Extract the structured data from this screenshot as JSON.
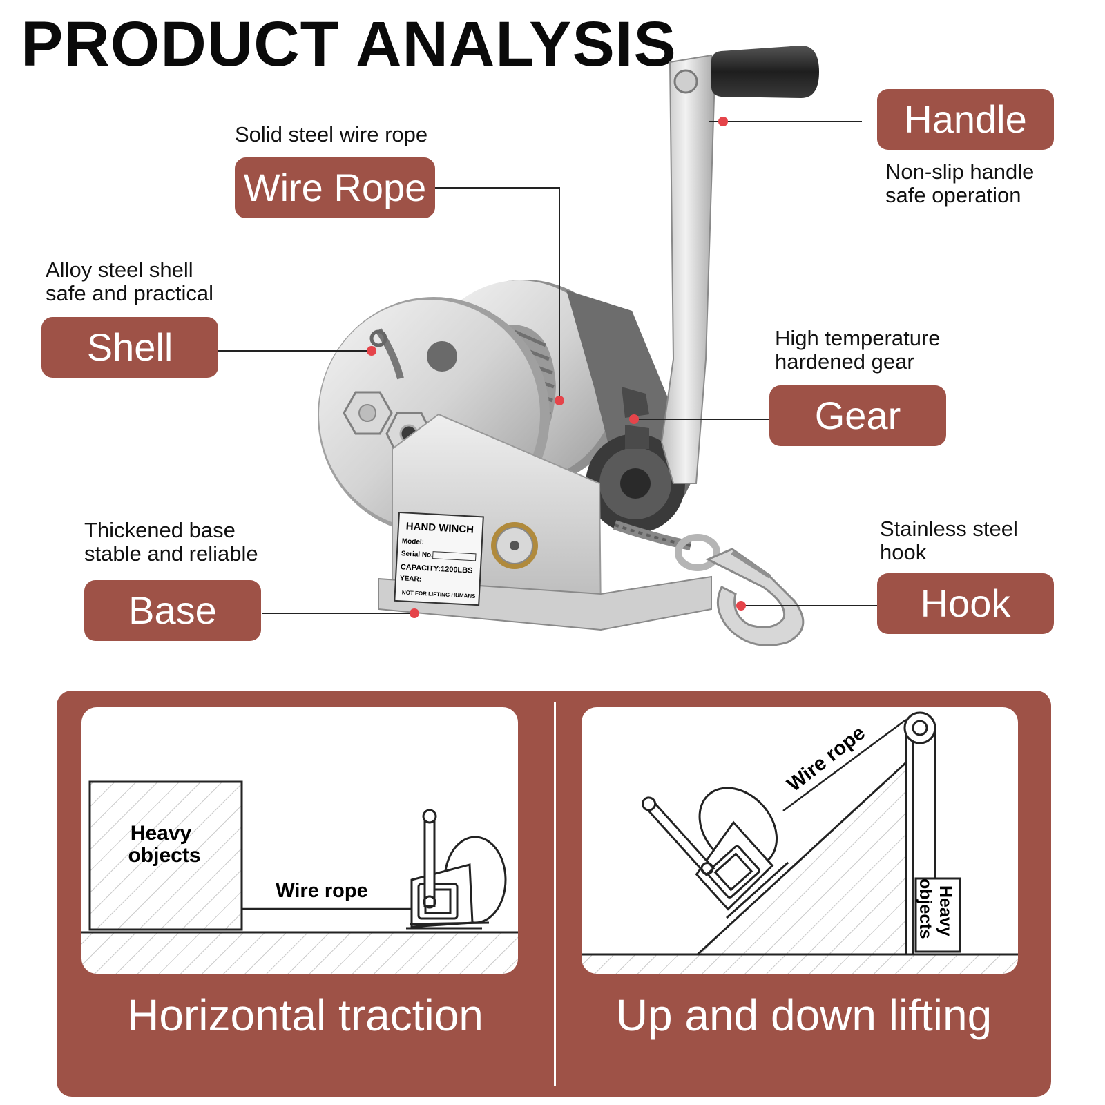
{
  "title": "PRODUCT ANALYSIS",
  "colors": {
    "accent": "#9e5247",
    "marker": "#e5444a",
    "line": "#222222",
    "steel_light": "#e6e6e6",
    "steel_dark": "#8a8a8a",
    "grip": "#2e2e2e"
  },
  "callouts": {
    "handle": {
      "label": "Handle",
      "desc": [
        "Non-slip handle",
        "safe operation"
      ]
    },
    "wire_rope": {
      "label": "Wire Rope",
      "desc": [
        "Solid steel wire rope"
      ]
    },
    "shell": {
      "label": "Shell",
      "desc": [
        "Alloy steel shell",
        "safe and practical"
      ]
    },
    "gear": {
      "label": "Gear",
      "desc": [
        "High temperature",
        "hardened gear"
      ]
    },
    "base": {
      "label": "Base",
      "desc": [
        "Thickened base",
        "stable and reliable"
      ]
    },
    "hook": {
      "label": "Hook",
      "desc": [
        "Stainless steel",
        "hook"
      ]
    }
  },
  "nameplate": {
    "heading": "HAND WINCH",
    "model": "Model:",
    "serial": "Serial No.",
    "capacity": "CAPACITY:1200LBS",
    "year": "YEAR:",
    "warning": "NOT FOR LIFTING HUMANS"
  },
  "usage": {
    "horizontal": {
      "caption": "Horizontal traction",
      "load_label": [
        "Heavy",
        "objects"
      ],
      "rope_label": "Wire rope"
    },
    "vertical": {
      "caption": "Up and down lifting",
      "load_label": [
        "Heavy",
        "objects"
      ],
      "rope_label": "Wire rope"
    }
  }
}
